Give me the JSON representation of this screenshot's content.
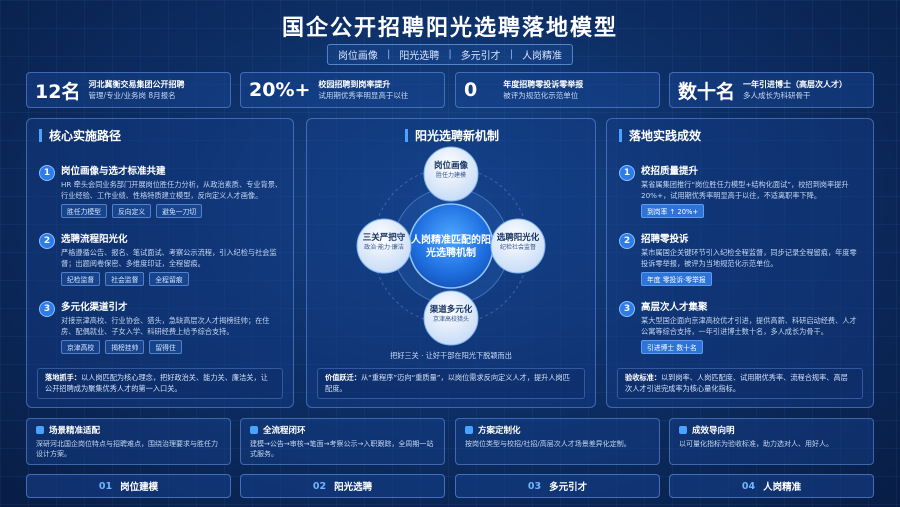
{
  "title": "国企公开招聘阳光选聘落地模型",
  "tags": [
    "岗位画像",
    "阳光选聘",
    "多元引才",
    "人岗精准"
  ],
  "stats": [
    {
      "num": "12名",
      "title": "河北冀衡交易集团公开招聘",
      "sub": "管理/专业/业务岗 8月报名"
    },
    {
      "num": "20%+",
      "title": "校园招聘到岗率提升",
      "sub": "试用期优秀率明显高于以往"
    },
    {
      "num": "0",
      "title": "年度招聘零投诉零举报",
      "sub": "被评为规范化示范单位"
    },
    {
      "num": "数十名",
      "title": "一年引进博士（高层次人才）",
      "sub": "多人成长为科研骨干"
    }
  ],
  "left": {
    "heading": "核心实施路径",
    "items": [
      {
        "n": "1",
        "title": "岗位画像与选才标准共建",
        "desc": "HR 牵头会同业务部门开展岗位胜任力分析，从政治素质、专业背景、行业经验、工作业绩、性格特质建立模型，反向定义人才画像。",
        "chips": [
          "胜任力模型",
          "反向定义",
          "避免一刀切"
        ]
      },
      {
        "n": "2",
        "title": "选聘流程阳光化",
        "desc": "严格遵循公告、报名、笔试面试、考察公示流程，引入纪检与社会监督；出题阅卷保密、多维度印证，全程留痕。",
        "chips": [
          "纪检监督",
          "社会监督",
          "全程留痕"
        ]
      },
      {
        "n": "3",
        "title": "多元化渠道引才",
        "desc": "对接京津高校、行业协会、猎头，急缺高层次人才揭榜挂帅；在住房、配偶就业、子女入学、科研经费上给予综合支持。",
        "chips": [
          "京津高校",
          "揭榜挂帅",
          "留得住"
        ]
      }
    ],
    "note_label": "落地抓手：",
    "note": "以人岗匹配为核心理念，把好政治关、能力关、廉洁关，让公开招聘成为聚集优秀人才的第一入口关。"
  },
  "center": {
    "heading": "阳光选聘新机制",
    "hub": "人岗精准匹配的阳光选聘机制",
    "satellites": [
      {
        "title": "岗位画像",
        "sub": "胜任力建模"
      },
      {
        "title": "选聘阳光化",
        "sub": "纪检社会监督"
      },
      {
        "title": "渠道多元化",
        "sub": "京津高校猎头"
      },
      {
        "title": "三关严把守",
        "sub": "政治·能力·廉洁"
      }
    ],
    "caption": "把好三关 · 让好干部在阳光下脱颖而出",
    "note_label": "价值跃迁：",
    "note": "从“重程序”迈向“重质量”，以岗位需求反向定义人才，提升人岗匹配度。"
  },
  "right": {
    "heading": "落地实践成效",
    "items": [
      {
        "n": "1",
        "title": "校招质量提升",
        "desc": "某省属集团推行“岗位胜任力模型+结构化面试”，校招到岗率提升 20%+，试用期优秀率明显高于以往，不适离职率下降。",
        "chips": [
          "到岗率 ↑ 20%+"
        ]
      },
      {
        "n": "2",
        "title": "招聘零投诉",
        "desc": "某市属国企关键环节引入纪检全程监督，同步记录全程留痕，年度零投诉零举报，被评为当地规范化示范单位。",
        "chips": [
          "年度 零投诉·零举报"
        ]
      },
      {
        "n": "3",
        "title": "高层次人才集聚",
        "desc": "某大型国企面向京津高校优才引进，提供高薪、科研启动经费、人才公寓等综合支持，一年引进博士数十名，多人成长为骨干。",
        "chips": [
          "引进博士 数十名"
        ]
      }
    ],
    "note_label": "验收标准：",
    "note": "以到岗率、人岗匹配度、试用期优秀率、流程合规率、高层次人才引进完成率为核心量化指标。"
  },
  "bottom_cards": [
    {
      "title": "场景精准适配",
      "desc": "深研河北国企岗位特点与招聘难点，围绕治理要求与胜任力设计方案。"
    },
    {
      "title": "全流程闭环",
      "desc": "建模→公告→审核→笔面→考察公示→入职跟踪，全周期一站式服务。"
    },
    {
      "title": "方案定制化",
      "desc": "按岗位类型与校招/社招/高层次人才场景差异化定制。"
    },
    {
      "title": "成效导向明",
      "desc": "以可量化指标为验收标准，助力选对人、用好人。"
    }
  ],
  "nav": [
    {
      "n": "01",
      "label": "岗位建模"
    },
    {
      "n": "02",
      "label": "阳光选聘"
    },
    {
      "n": "03",
      "label": "多元引才"
    },
    {
      "n": "04",
      "label": "人岗精准"
    }
  ],
  "colors": {
    "accent": "#2e7bea",
    "bg": "#0d2f66",
    "chip_solid": "#2d73d8"
  }
}
